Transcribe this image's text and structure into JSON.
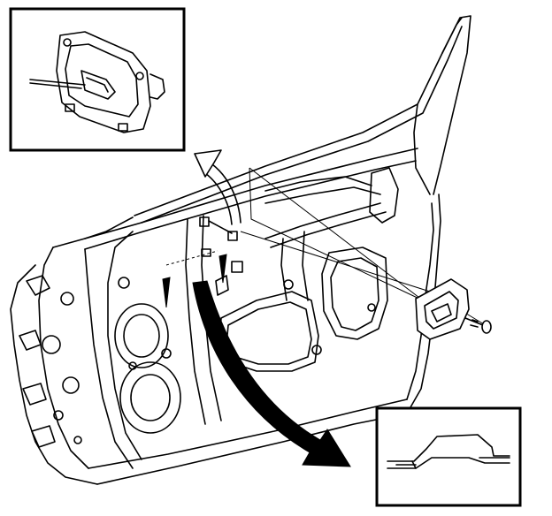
{
  "figure": {
    "colors": {
      "ink": "#000000",
      "paper": "#ffffff"
    },
    "parts": [
      "door-inner-panel",
      "handle-bracket",
      "handle-bezel",
      "fastener-screw",
      "detail-inset-handle",
      "detail-inset-clip-section",
      "removal-arrow-up",
      "removal-arrow-down"
    ]
  }
}
